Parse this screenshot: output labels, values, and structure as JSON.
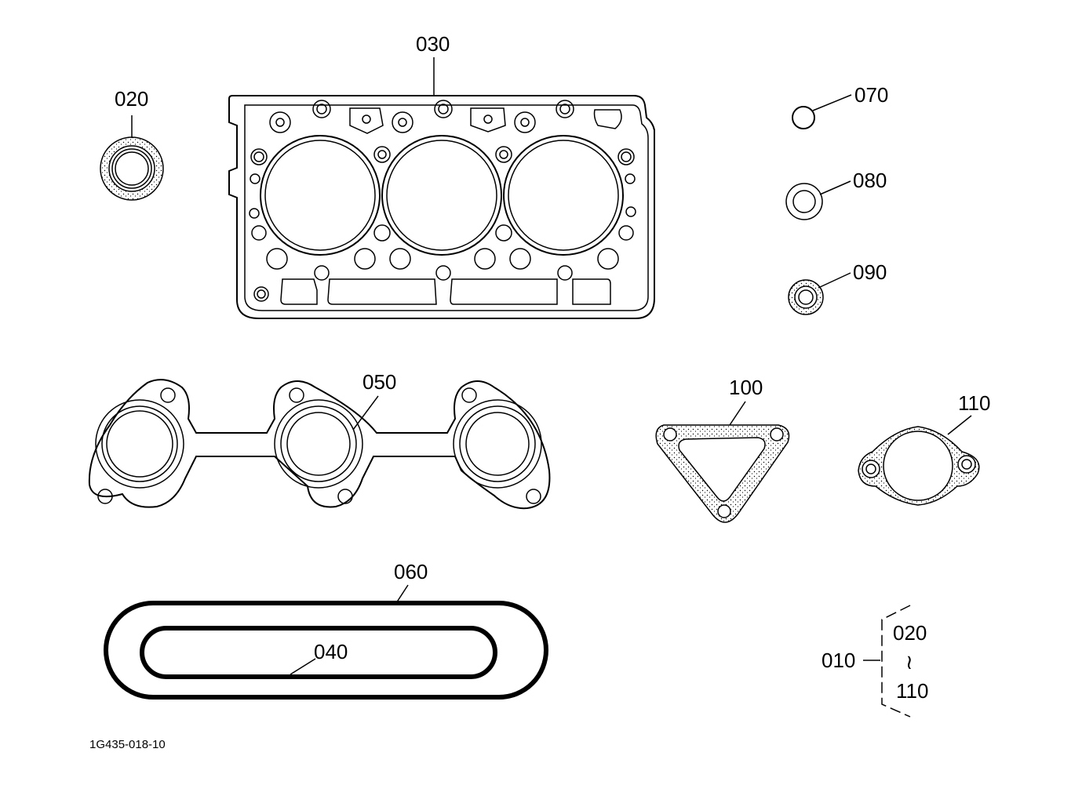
{
  "figure_code": "1G435-018-10",
  "parts": {
    "p010": "010",
    "p020": "020",
    "p030": "030",
    "p040": "040",
    "p050": "050",
    "p060": "060",
    "p070": "070",
    "p080": "080",
    "p090": "090",
    "p100": "100",
    "p110": "110"
  },
  "kit_bracket": {
    "label": "010",
    "range_from": "020",
    "range_symbol": "≀",
    "range_to": "110"
  }
}
